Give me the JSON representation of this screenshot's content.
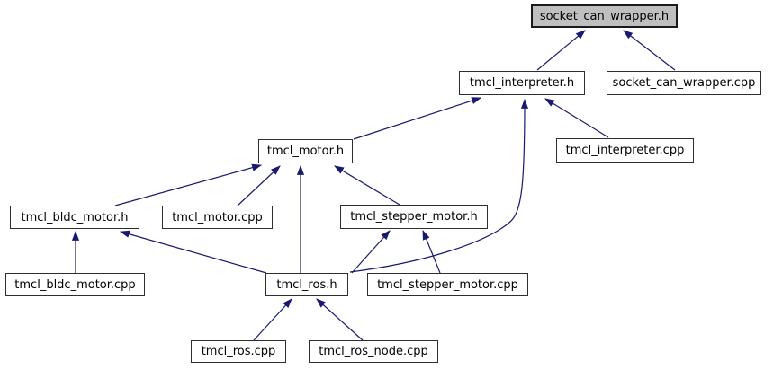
{
  "diagram": {
    "kind": "include-dependency-graph",
    "background": "#ffffff",
    "arrow_color": "#191970",
    "node_fill": "#ffffff",
    "node_border_color": "#2e2e2e",
    "highlighted_node_fill": "#bfbfbf",
    "highlighted_node": "socket_can_wrapper.h"
  },
  "nodes": [
    {
      "id": "socket_can_wrapper.h",
      "label": "socket_can_wrapper.h",
      "highlighted": true
    },
    {
      "id": "tmcl_interpreter.h",
      "label": "tmcl_interpreter.h",
      "highlighted": false
    },
    {
      "id": "socket_can_wrapper.cpp",
      "label": "socket_can_wrapper.cpp",
      "highlighted": false
    },
    {
      "id": "tmcl_interpreter.cpp",
      "label": "tmcl_interpreter.cpp",
      "highlighted": false
    },
    {
      "id": "tmcl_motor.h",
      "label": "tmcl_motor.h",
      "highlighted": false
    },
    {
      "id": "tmcl_bldc_motor.h",
      "label": "tmcl_bldc_motor.h",
      "highlighted": false
    },
    {
      "id": "tmcl_motor.cpp",
      "label": "tmcl_motor.cpp",
      "highlighted": false
    },
    {
      "id": "tmcl_stepper_motor.h",
      "label": "tmcl_stepper_motor.h",
      "highlighted": false
    },
    {
      "id": "tmcl_bldc_motor.cpp",
      "label": "tmcl_bldc_motor.cpp",
      "highlighted": false
    },
    {
      "id": "tmcl_ros.h",
      "label": "tmcl_ros.h",
      "highlighted": false
    },
    {
      "id": "tmcl_stepper_motor.cpp",
      "label": "tmcl_stepper_motor.cpp",
      "highlighted": false
    },
    {
      "id": "tmcl_ros.cpp",
      "label": "tmcl_ros.cpp",
      "highlighted": false
    },
    {
      "id": "tmcl_ros_node.cpp",
      "label": "tmcl_ros_node.cpp",
      "highlighted": false
    }
  ],
  "edges": [
    {
      "from": "tmcl_interpreter.h",
      "to": "socket_can_wrapper.h"
    },
    {
      "from": "socket_can_wrapper.cpp",
      "to": "socket_can_wrapper.h"
    },
    {
      "from": "tmcl_motor.h",
      "to": "tmcl_interpreter.h"
    },
    {
      "from": "tmcl_interpreter.cpp",
      "to": "tmcl_interpreter.h"
    },
    {
      "from": "tmcl_ros.h",
      "to": "tmcl_interpreter.h"
    },
    {
      "from": "tmcl_bldc_motor.h",
      "to": "tmcl_motor.h"
    },
    {
      "from": "tmcl_motor.cpp",
      "to": "tmcl_motor.h"
    },
    {
      "from": "tmcl_ros.h",
      "to": "tmcl_motor.h"
    },
    {
      "from": "tmcl_stepper_motor.h",
      "to": "tmcl_motor.h"
    },
    {
      "from": "tmcl_bldc_motor.cpp",
      "to": "tmcl_bldc_motor.h"
    },
    {
      "from": "tmcl_ros.h",
      "to": "tmcl_bldc_motor.h"
    },
    {
      "from": "tmcl_ros.h",
      "to": "tmcl_stepper_motor.h"
    },
    {
      "from": "tmcl_stepper_motor.cpp",
      "to": "tmcl_stepper_motor.h"
    },
    {
      "from": "tmcl_ros.cpp",
      "to": "tmcl_ros.h"
    },
    {
      "from": "tmcl_ros_node.cpp",
      "to": "tmcl_ros.h"
    }
  ]
}
